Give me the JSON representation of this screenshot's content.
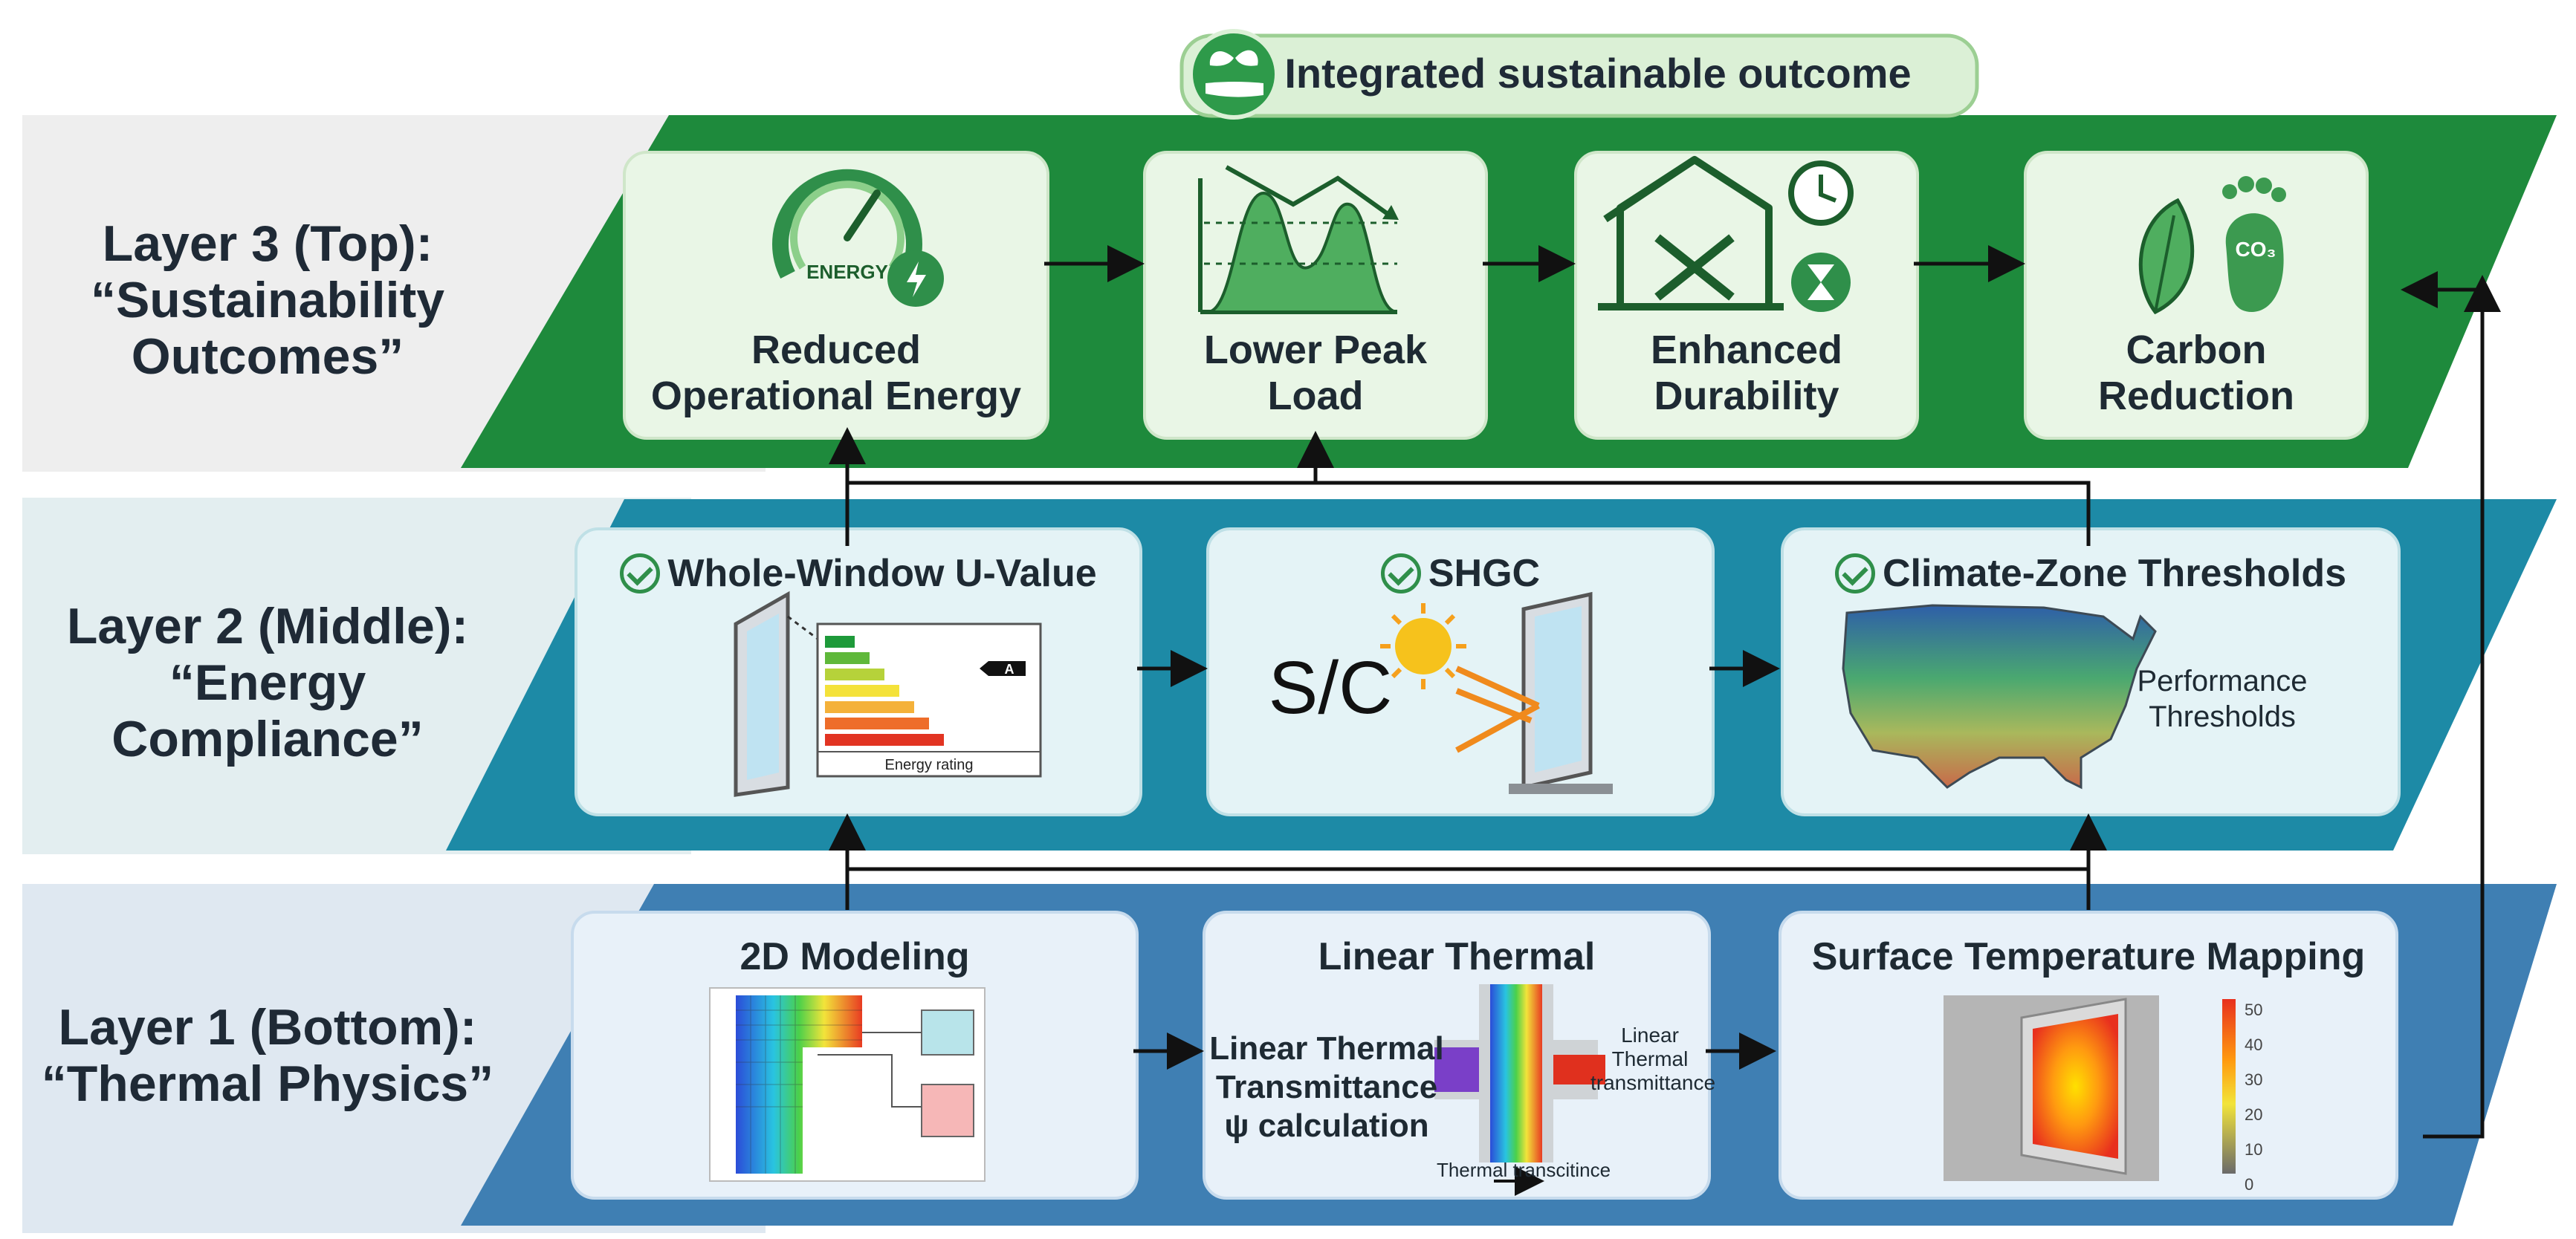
{
  "top_banner": {
    "label": "Integrated sustainable outcome"
  },
  "layers": {
    "layer3": {
      "line1": "Layer 3 (Top):",
      "line2": "“Sustainability",
      "line3": "Outcomes”",
      "cards": [
        {
          "l1": "Reduced",
          "l2": "Operational Energy",
          "icon": "energy-gauge-icon",
          "icon_text": "ENERGY"
        },
        {
          "l1": "Lower Peak",
          "l2": "Load",
          "icon": "peak-load-chart-icon"
        },
        {
          "l1": "Enhanced",
          "l2": "Durability",
          "icon": "house-tools-icon"
        },
        {
          "l1": "Carbon",
          "l2": "Reduction",
          "icon": "leaf-footprint-icon",
          "icon_text": "CO₃"
        }
      ]
    },
    "layer2": {
      "line1": "Layer 2 (Middle):",
      "line2": "“Energy",
      "line3": "Compliance”",
      "cards": [
        {
          "title": "Whole-Window U-Value",
          "rating_caption": "Energy rating",
          "rating_class": "A",
          "icon": "window-energy-label-icon"
        },
        {
          "title": "SHGC",
          "formula": "S/C",
          "icon": "sun-window-icon"
        },
        {
          "title": "Climate-Zone Thresholds",
          "side_l1": "Performance",
          "side_l2": "Thresholds",
          "icon": "us-climate-map-icon"
        }
      ]
    },
    "layer1": {
      "line1": "Layer 1 (Bottom):",
      "line2": "“Thermal Physics”",
      "cards": [
        {
          "title": "2D Modeling",
          "icon": "thermal-mesh-model-icon"
        },
        {
          "title": "Linear Thermal",
          "left_l1": "Linear Thermal",
          "left_l2": "Transmittance",
          "left_l3": "ψ calculation",
          "right_l1": "Linear",
          "right_l2": "Thermal",
          "right_l3": "transmittance",
          "bottom_caption": "Thermal transcitince",
          "icon": "thermal-bridge-icon"
        },
        {
          "title": "Surface Temperature Mapping",
          "scale": [
            "50",
            "40",
            "30",
            "20",
            "10",
            "0"
          ],
          "icon": "temperature-heatmap-icon"
        }
      ]
    }
  },
  "colors": {
    "layer3_band": "#1e8a3c",
    "layer2_band": "#1d8aa6",
    "layer1_band": "#3f7fb3",
    "arrow": "#111111"
  }
}
